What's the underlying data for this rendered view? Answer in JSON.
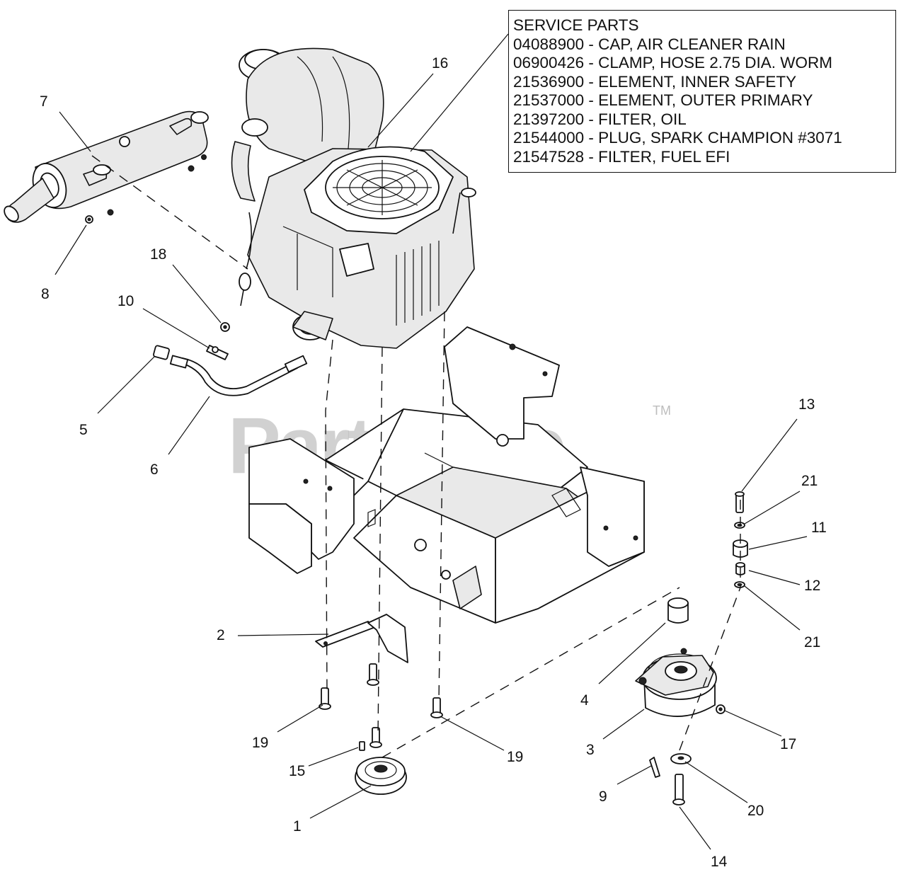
{
  "service_parts": {
    "title": "SERVICE PARTS",
    "items": [
      "04088900 - CAP, AIR CLEANER RAIN",
      "06900426 - CLAMP, HOSE 2.75 DIA. WORM",
      "21536900 - ELEMENT, INNER SAFETY",
      "21537000 - ELEMENT, OUTER PRIMARY",
      "21397200 - FILTER, OIL",
      "21544000 - PLUG, SPARK CHAMPION #3071",
      "21547528 - FILTER, FUEL EFI"
    ]
  },
  "watermark": {
    "text": "PartsTree",
    "trademark": "TM"
  },
  "callouts": {
    "c1": "1",
    "c2": "2",
    "c3": "3",
    "c4": "4",
    "c5": "5",
    "c6": "6",
    "c7": "7",
    "c8": "8",
    "c9": "9",
    "c10": "10",
    "c11": "11",
    "c12": "12",
    "c13": "13",
    "c14": "14",
    "c15": "15",
    "c16": "16",
    "c17": "17",
    "c18": "18",
    "c19a": "19",
    "c19b": "19",
    "c20": "20",
    "c21a": "21",
    "c21b": "21"
  }
}
